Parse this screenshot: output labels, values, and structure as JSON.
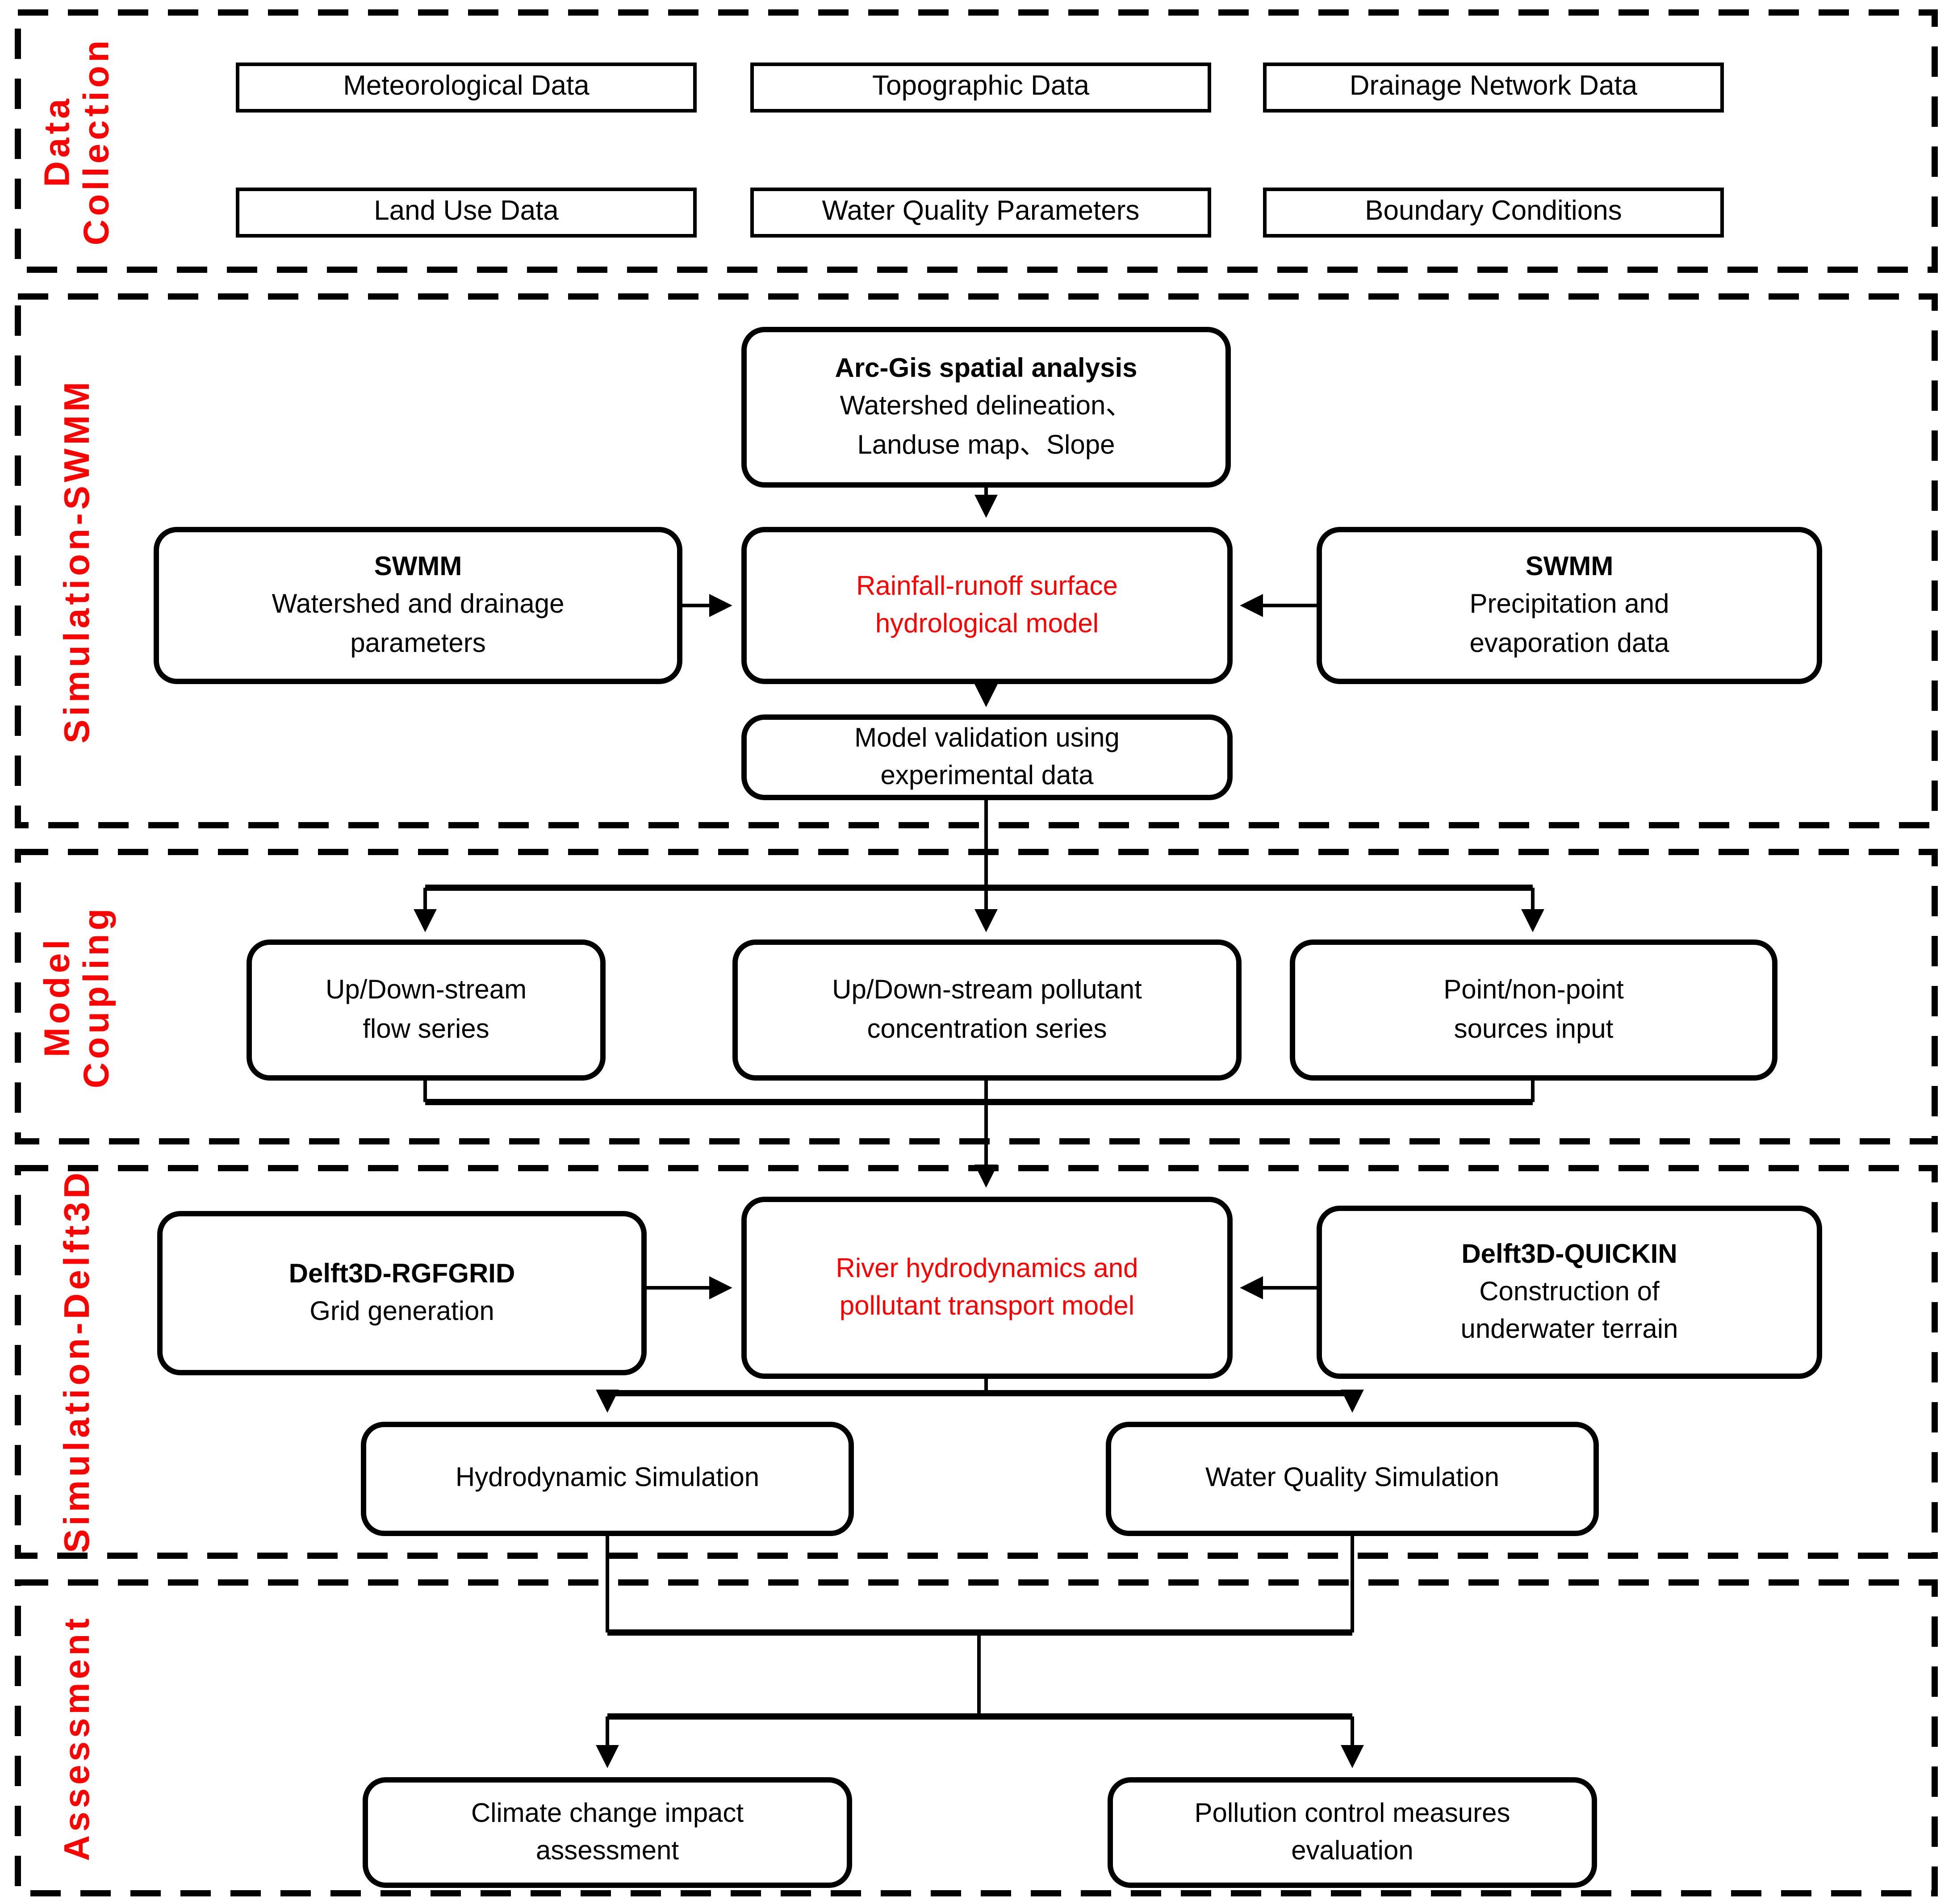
{
  "colors": {
    "accent_red": "#ff0000",
    "line_black": "#000000",
    "background": "#ffffff"
  },
  "sections": {
    "data_collection": {
      "label": "Data Collection",
      "label_line1": "Data",
      "label_line2": "Collection",
      "items": [
        "Meteorological Data",
        "Topographic Data",
        "Drainage Network Data",
        "Land Use Data",
        "Water Quality Parameters",
        "Boundary Conditions"
      ]
    },
    "simulation_swmm": {
      "label": "Simulation-SWMM",
      "arcgis": {
        "title": "Arc-Gis spatial analysis",
        "line2": "Watershed delineation、",
        "line3": "Landuse map、Slope"
      },
      "watershed_params": {
        "title": "SWMM",
        "body": "Watershed and drainage parameters"
      },
      "rainfall_runoff_model": "Rainfall-runoff surface hydrological model",
      "precipitation_data": {
        "title": "SWMM",
        "body": "Precipitation and evaporation data"
      },
      "validation": "Model validation using experimental data"
    },
    "model_coupling": {
      "label": "Model Coupling",
      "label_line1": "Model",
      "label_line2": "Coupling",
      "flow_series": "Up/Down-stream flow series",
      "pollutant_series": "Up/Down-stream pollutant concentration series",
      "sources_input": "Point/non-point sources input"
    },
    "simulation_delft3d": {
      "label": "Simulation-Delft3D",
      "rgfgrid": {
        "title": "Delft3D-RGFGRID",
        "body": "Grid generation"
      },
      "river_model": "River hydrodynamics and pollutant transport model",
      "quickin": {
        "title": "Delft3D-QUICKIN",
        "body": "Construction of underwater terrain"
      },
      "hydrodynamic_sim": "Hydrodynamic Simulation",
      "water_quality_sim": "Water Quality Simulation"
    },
    "assessment": {
      "label": "Assessment",
      "climate": "Climate change impact assessment",
      "pollution": "Pollution control measures evaluation"
    }
  }
}
